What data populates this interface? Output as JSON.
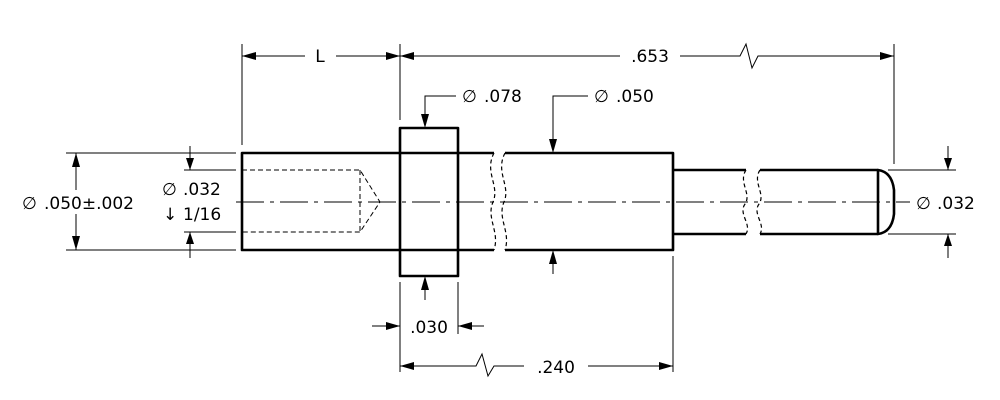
{
  "symbols": {
    "diameter": "∅",
    "depth": "↓"
  },
  "dimensions": {
    "length_L": "L",
    "overall_length": ".653",
    "collar_diameter": ".078",
    "body_diameter": ".050",
    "left_diameter": ".050±.002",
    "hole_diameter": ".032",
    "hole_depth": "1/16",
    "tip_diameter": ".032",
    "collar_width": ".030",
    "body_length": ".240"
  }
}
